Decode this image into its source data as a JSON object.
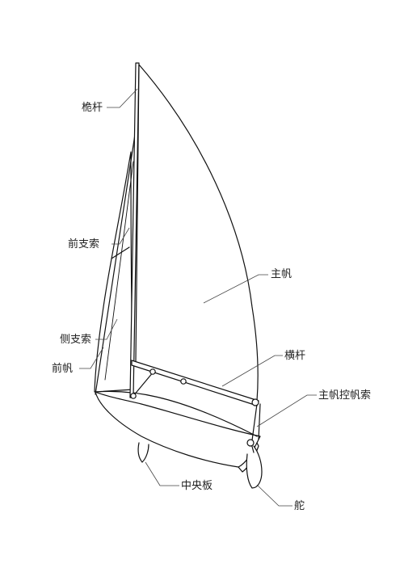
{
  "diagram": {
    "labels": {
      "mast": "桅杆",
      "forestay": "前支索",
      "mainsail": "主帆",
      "shroud": "侧支索",
      "jib": "前帆",
      "boom": "横杆",
      "mainsheet": "主帆控帆索",
      "centerboard": "中央板",
      "rudder": "舵"
    },
    "colors": {
      "stroke": "#111111",
      "leader": "#444444",
      "text": "#222222",
      "background": "#ffffff"
    }
  }
}
